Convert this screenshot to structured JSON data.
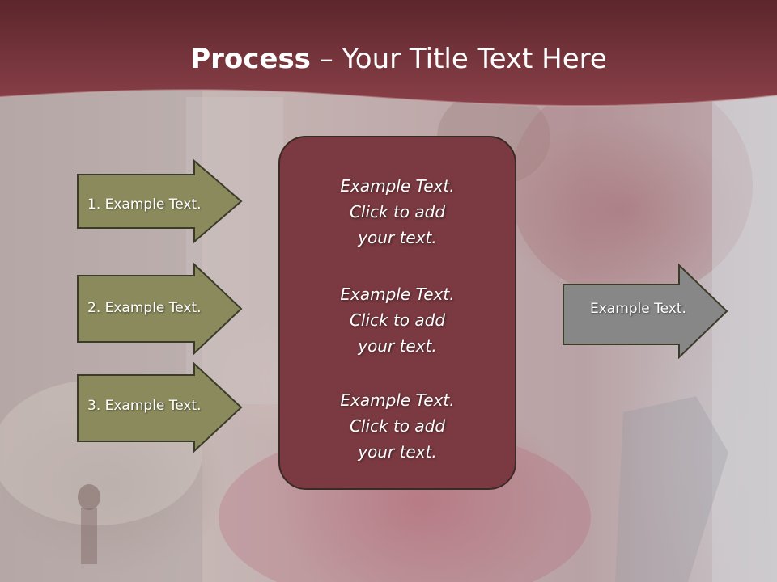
{
  "slide": {
    "title_bold": "Process",
    "title_rest": " – Your Title Text Here"
  },
  "left_arrows": [
    {
      "label": "1. Example Text."
    },
    {
      "label": "2. Example Text."
    },
    {
      "label": "3. Example Text."
    }
  ],
  "center_box": {
    "blocks": [
      {
        "lines": [
          "Example Text.",
          "Click  to add",
          "your text."
        ]
      },
      {
        "lines": [
          "Example Text.",
          "Click  to add",
          "your text."
        ]
      },
      {
        "lines": [
          "Example Text.",
          "Click  to add",
          "your text."
        ]
      }
    ]
  },
  "right_arrow": {
    "label": "Example Text."
  },
  "colors": {
    "banner": "#7a3a42",
    "left_arrow_fill": "#8a8a5c",
    "center_box_fill": "#7b3a41",
    "right_arrow_fill": "#878787",
    "outline": "#3b3b2a"
  }
}
